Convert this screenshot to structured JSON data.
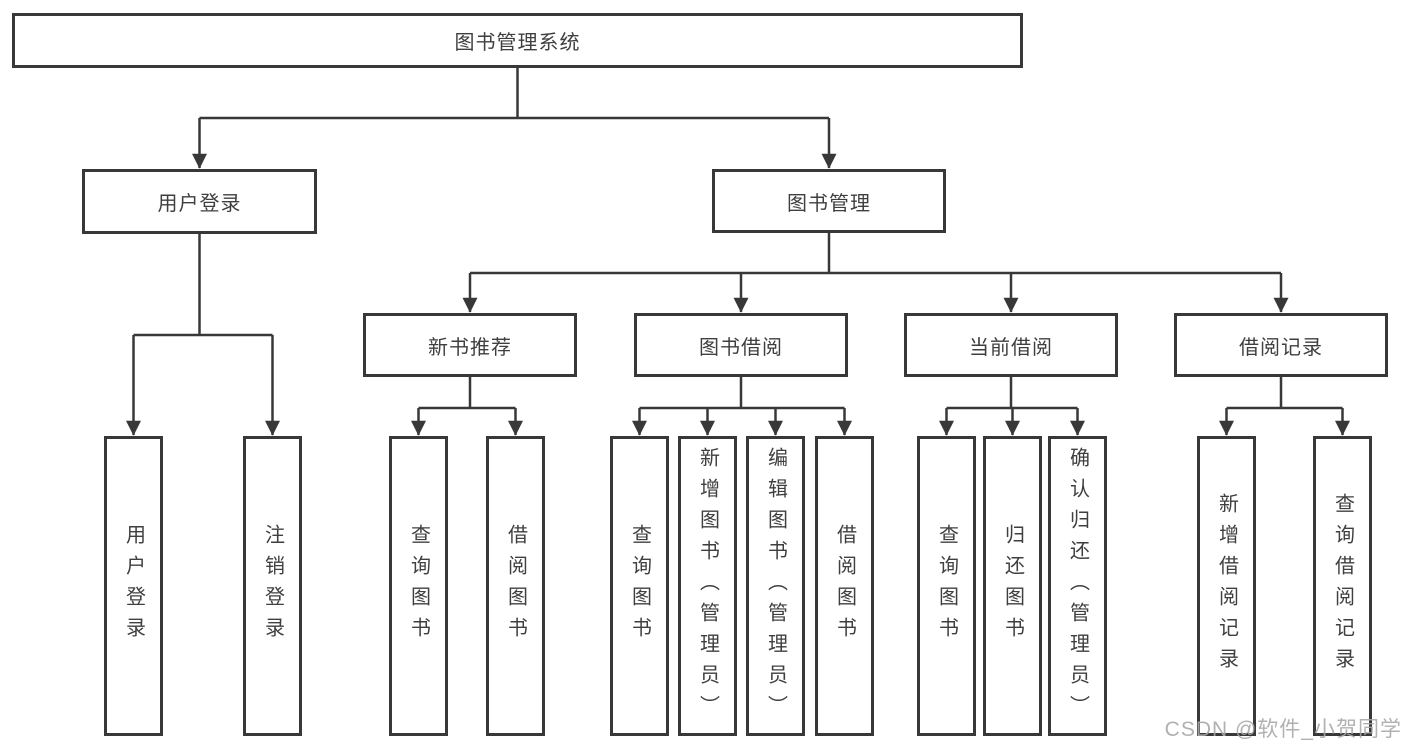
{
  "diagram": {
    "type": "tree-diagram",
    "root": {
      "label": "图书管理系统",
      "children": [
        {
          "label": "用户登录",
          "children": [
            {
              "label": "用户登录"
            },
            {
              "label": "注销登录"
            }
          ]
        },
        {
          "label": "图书管理",
          "children": [
            {
              "label": "新书推荐",
              "children": [
                {
                  "label": "查询图书"
                },
                {
                  "label": "借阅图书"
                }
              ]
            },
            {
              "label": "图书借阅",
              "children": [
                {
                  "label": "查询图书"
                },
                {
                  "label": "新增图书（管理员）"
                },
                {
                  "label": "编辑图书（管理员）"
                },
                {
                  "label": "借阅图书"
                }
              ]
            },
            {
              "label": "当前借阅",
              "children": [
                {
                  "label": "查询图书"
                },
                {
                  "label": "归还图书"
                },
                {
                  "label": "确认归还（管理员）"
                }
              ]
            },
            {
              "label": "借阅记录",
              "children": [
                {
                  "label": "新增借阅记录"
                },
                {
                  "label": "查询借阅记录"
                }
              ]
            }
          ]
        }
      ]
    }
  },
  "watermark": {
    "text": "CSDN @软件_小贺同学"
  },
  "colors": {
    "line": "#383838",
    "text": "#3f3f3f",
    "watermark": "#a9a9a9",
    "background": "#ffffff"
  }
}
